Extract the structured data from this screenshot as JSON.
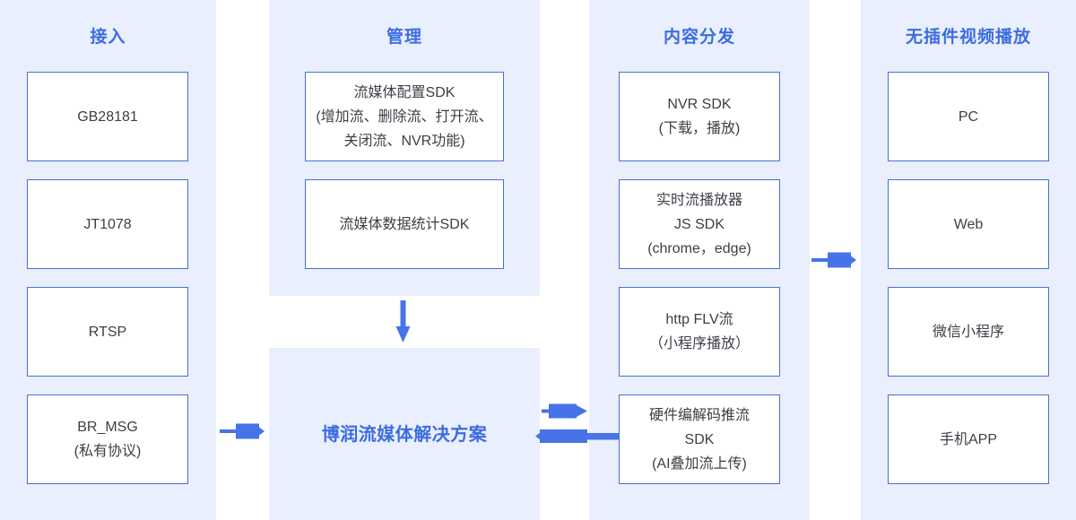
{
  "colors": {
    "panel_bg": "#e9effc",
    "box_border": "#4472d4",
    "accent_text": "#3d6ce2",
    "arrow": "#4673e8",
    "box_text": "#3b3f46"
  },
  "diagram": {
    "columns": [
      {
        "title": "接入",
        "boxes": [
          {
            "text": "GB28181"
          },
          {
            "text": "JT1078"
          },
          {
            "text": "RTSP"
          },
          {
            "text": "BR_MSG\n(私有协议)"
          }
        ]
      },
      {
        "title": "管理",
        "boxes": [
          {
            "text": "流媒体配置SDK\n(增加流、删除流、打开流、\n关闭流、NVR功能)"
          },
          {
            "text": "流媒体数据统计SDK"
          }
        ],
        "solution": "博润流媒体解决方案"
      },
      {
        "title": "内容分发",
        "boxes": [
          {
            "text": "NVR SDK\n(下载，播放)"
          },
          {
            "text": "实时流播放器\nJS SDK\n(chrome，edge)"
          },
          {
            "text": "http FLV流\n（小程序播放）"
          },
          {
            "text": "硬件编解码推流\nSDK\n(AI叠加流上传)"
          }
        ]
      },
      {
        "title": "无插件视频播放",
        "boxes": [
          {
            "text": "PC"
          },
          {
            "text": "Web"
          },
          {
            "text": "微信小程序"
          },
          {
            "text": "手机APP"
          }
        ]
      }
    ]
  }
}
